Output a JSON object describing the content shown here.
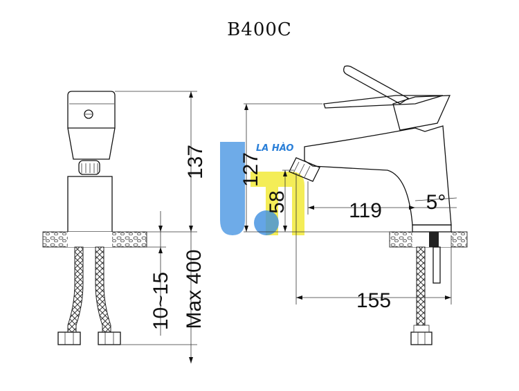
{
  "title": "B400C",
  "logo": {
    "text": "LA HÀO",
    "colors": {
      "blue": "#3d8fe0",
      "yellow": "#f2ea3a",
      "text": "#2a7fd8"
    }
  },
  "dimensions": {
    "height_total": "137",
    "height_spout": "127",
    "height_outlet": "58",
    "reach_outlet": "119",
    "reach_total": "155",
    "angle": "5°",
    "deck_thickness": "10~15",
    "hose_length": "Max 400"
  }
}
